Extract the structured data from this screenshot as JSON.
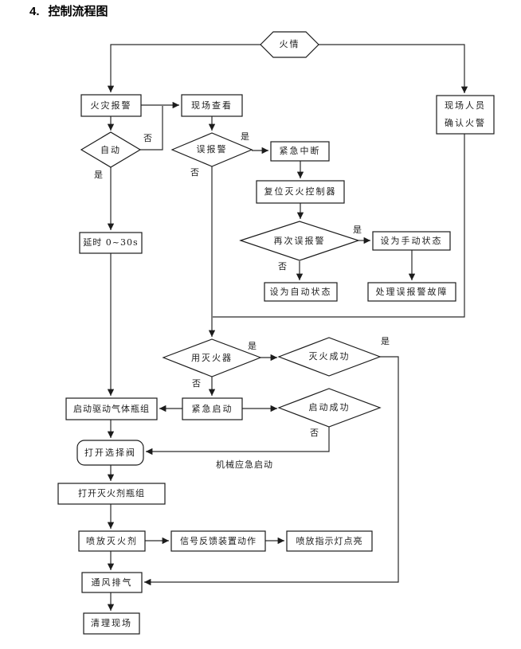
{
  "page": {
    "heading_number": "4.",
    "heading_title": "控制流程图"
  },
  "labels": {
    "yes": "是",
    "no": "否",
    "mechanical_emergency": "机械应急启动"
  },
  "nodes": {
    "fire": "火情",
    "fire_alarm": "火灾报警",
    "scene_check": "现场查看",
    "auto_mode": "自动",
    "false_alarm": "误报警",
    "emergency_interrupt": "紧急中断",
    "reset_controller": "复位灭火控制器",
    "personnel_line1": "现场人员",
    "personnel_line2": "确认火警",
    "false_alarm_again": "再次误报警",
    "set_manual": "设为手动状态",
    "set_auto": "设为自动状态",
    "handle_fault": "处理误报警故障",
    "delay": "延时 0~30s",
    "use_extinguisher": "用灭火器",
    "extinguish_ok": "灭火成功",
    "start_gas_cylinders": "启动驱动气体瓶组",
    "emergency_start": "紧急启动",
    "start_ok": "启动成功",
    "open_selector_valve": "打开选择阀",
    "open_agent_cylinders": "打开灭火剂瓶组",
    "release_agent": "喷放灭火剂",
    "signal_feedback": "信号反馈装置动作",
    "indicator_on": "喷放指示灯点亮",
    "ventilate": "通风排气",
    "clean_scene": "清理现场"
  }
}
